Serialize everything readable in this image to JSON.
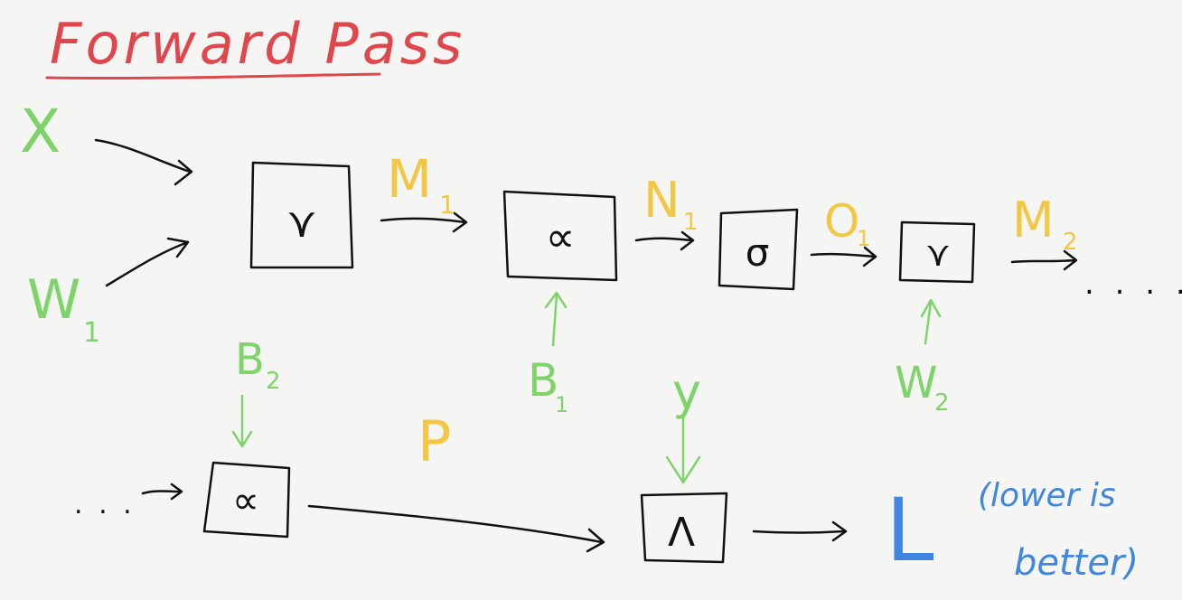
{
  "title": "Forward Pass",
  "colors": {
    "title": "#e0474c",
    "input": "#7ed36b",
    "intermediate": "#f2c744",
    "loss": "#3f86e0",
    "ink": "#111111"
  },
  "inputs": {
    "x": "X",
    "w1": "W",
    "w1_sub": "1",
    "b2": "B",
    "b2_sub": "2",
    "b1": "B",
    "b1_sub": "1",
    "y": "y",
    "w2": "W",
    "w2_sub": "2"
  },
  "intermediates": {
    "m1": "M",
    "m1_sub": "1",
    "n1": "N",
    "n1_sub": "1",
    "o1": "O",
    "o1_sub": "1",
    "m2": "M",
    "m2_sub": "2",
    "p": "P"
  },
  "operators": {
    "matmul": "⋎",
    "add": "∝",
    "sigmoid": "σ",
    "matmul2": "⋎",
    "add2": "∝",
    "loss_op": "Λ"
  },
  "loss": {
    "label": "L",
    "note_line1": "(lower is",
    "note_line2": "better)"
  },
  "continuation": {
    "right": ". . . .",
    "left": ". . ."
  }
}
